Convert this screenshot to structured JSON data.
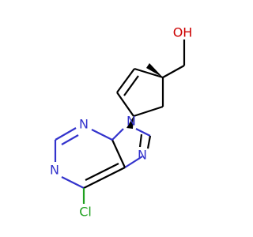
{
  "molecule": {
    "atoms": {
      "oh": "OH",
      "n9": "N",
      "n3": "N",
      "n1": "N",
      "n7": "N",
      "cl": "Cl"
    },
    "colors": {
      "bond": "#000000",
      "nitrogen": "#3333cc",
      "oxygen": "#cc0000",
      "chlorine": "#1fa01f"
    }
  }
}
